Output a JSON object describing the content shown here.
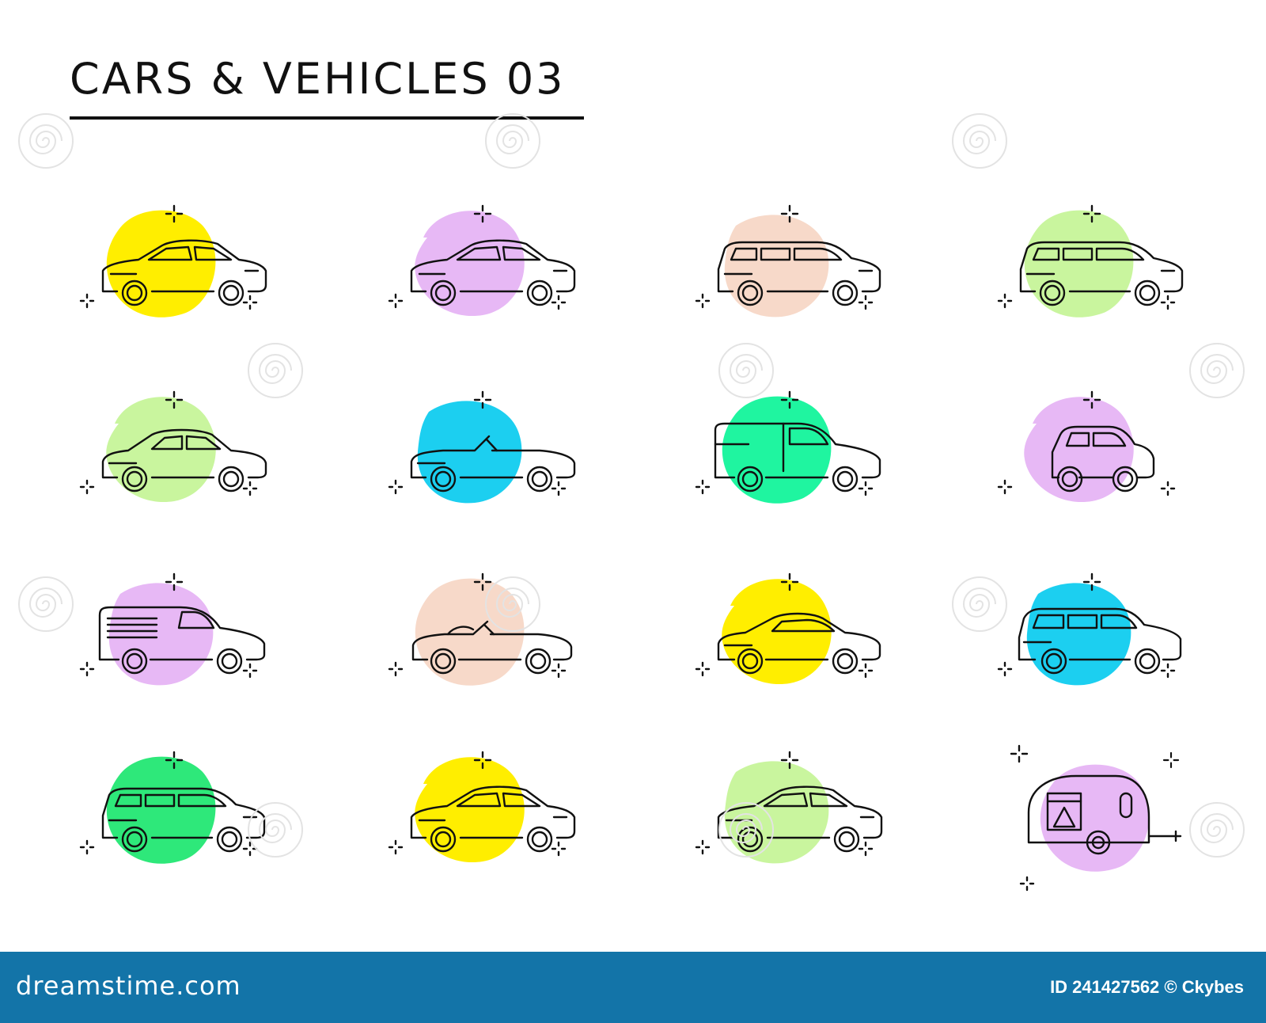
{
  "title": "CARS & VEHICLES 03",
  "icons": [
    {
      "name": "hatchback-icon",
      "kind": "hatchback",
      "blob": "#ffee00"
    },
    {
      "name": "hatchback-icon",
      "kind": "hatchback",
      "blob": "#e7b8f5"
    },
    {
      "name": "station-wagon-icon",
      "kind": "wagon",
      "blob": "#f7d9c9"
    },
    {
      "name": "station-wagon-icon",
      "kind": "wagon",
      "blob": "#c9f59e"
    },
    {
      "name": "sedan-icon",
      "kind": "sedan",
      "blob": "#c9f59e"
    },
    {
      "name": "convertible-icon",
      "kind": "convertible",
      "blob": "#1ccff0"
    },
    {
      "name": "delivery-van-icon",
      "kind": "van",
      "blob": "#1ff5a0"
    },
    {
      "name": "city-car-icon",
      "kind": "citycar",
      "blob": "#e7b8f5"
    },
    {
      "name": "panel-van-icon",
      "kind": "panelvan",
      "blob": "#e7b8f5"
    },
    {
      "name": "roadster-icon",
      "kind": "roadster",
      "blob": "#f7d9c9"
    },
    {
      "name": "coupe-icon",
      "kind": "coupe",
      "blob": "#ffee00"
    },
    {
      "name": "suv-icon",
      "kind": "suv",
      "blob": "#1ccff0"
    },
    {
      "name": "station-wagon-icon",
      "kind": "wagon",
      "blob": "#2ee87a"
    },
    {
      "name": "hatchback-icon",
      "kind": "hatchback",
      "blob": "#ffee00"
    },
    {
      "name": "hatchback-icon",
      "kind": "hatchback",
      "blob": "#c9f59e"
    },
    {
      "name": "camper-trailer-icon",
      "kind": "trailer",
      "blob": "#e7b8f5"
    }
  ],
  "footer": {
    "brand": "dreamstime.com",
    "credit": "ID 241427562 © Ckybes",
    "bg": "#1374a8"
  }
}
